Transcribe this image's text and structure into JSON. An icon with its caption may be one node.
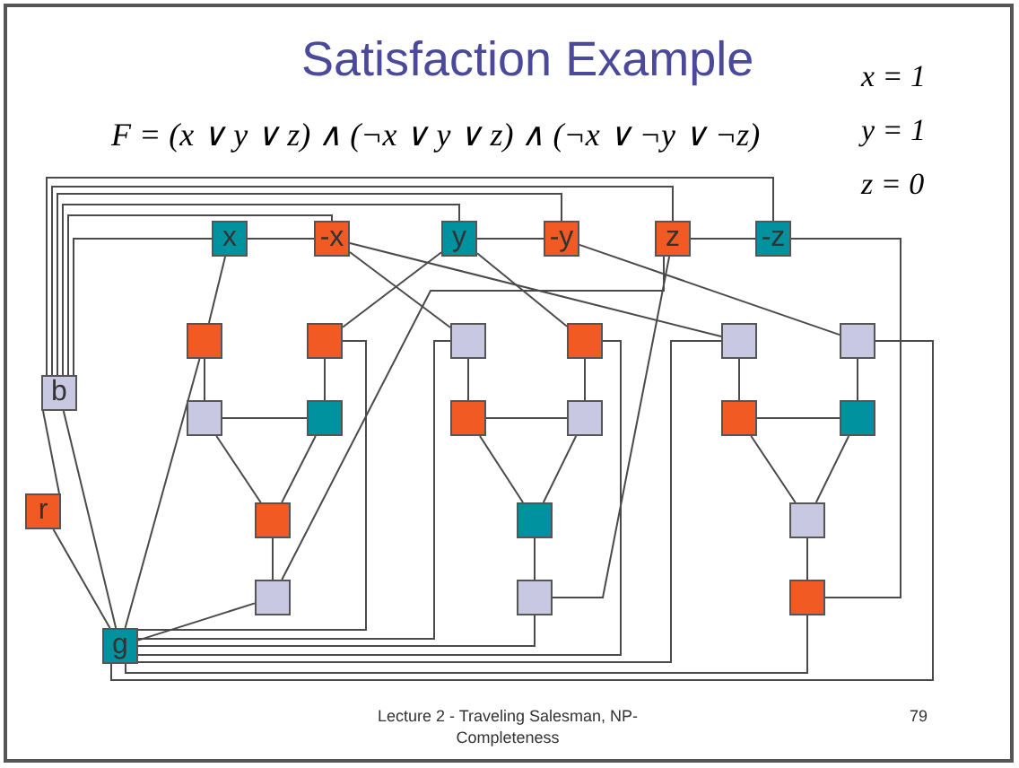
{
  "diagram": {
    "title": "Satisfaction Example",
    "nodes": [
      {
        "text": [
          "x"
        ]
      },
      {
        "text": [
          "-x"
        ]
      },
      {
        "text": [
          "y"
        ]
      },
      {
        "text": [
          "-y"
        ]
      },
      {
        "text": [
          "z"
        ]
      },
      {
        "text": [
          "-z"
        ]
      },
      {
        "text": [
          "b"
        ]
      },
      {
        "text": [
          "r"
        ]
      },
      {
        "text": [
          "g"
        ]
      },
      {
        "text": [],
        "shape": "box"
      },
      {
        "text": [],
        "shape": "box"
      },
      {
        "text": [],
        "shape": "box"
      },
      {
        "text": [],
        "shape": "box"
      },
      {
        "text": [],
        "shape": "box"
      },
      {
        "text": [],
        "shape": "box"
      },
      {
        "text": [],
        "shape": "box"
      },
      {
        "text": [],
        "shape": "box"
      },
      {
        "text": [],
        "shape": "box"
      },
      {
        "text": [],
        "shape": "box"
      },
      {
        "text": [],
        "shape": "box"
      },
      {
        "text": [],
        "shape": "box"
      },
      {
        "text": [],
        "shape": "box"
      },
      {
        "text": [],
        "shape": "box"
      },
      {
        "text": [],
        "shape": "box"
      },
      {
        "text": [],
        "shape": "box"
      },
      {
        "text": [],
        "shape": "box"
      },
      {
        "text": [],
        "shape": "box"
      }
    ],
    "edges": [
      {
        "from": 6,
        "to": 5,
        "arrow": "none"
      },
      {
        "from": 6,
        "to": 4,
        "arrow": "none"
      },
      {
        "from": 6,
        "to": 3,
        "arrow": "none"
      },
      {
        "from": 6,
        "to": 2,
        "arrow": "none"
      },
      {
        "from": 6,
        "to": 1,
        "arrow": "none"
      },
      {
        "from": 6,
        "to": 0,
        "arrow": "none"
      },
      {
        "from": 0,
        "to": 1,
        "arrow": "none"
      },
      {
        "from": 2,
        "to": 3,
        "arrow": "none"
      },
      {
        "from": 4,
        "to": 5,
        "arrow": "none"
      },
      {
        "from": 6,
        "to": 7,
        "arrow": "none"
      },
      {
        "from": 6,
        "to": 8,
        "arrow": "none"
      },
      {
        "from": 7,
        "to": 8,
        "arrow": "none"
      },
      {
        "from": 0,
        "to": 9,
        "arrow": "none"
      },
      {
        "from": 2,
        "to": 10,
        "arrow": "none"
      },
      {
        "from": 4,
        "to": 14,
        "arrow": "none"
      },
      {
        "from": 1,
        "to": 15,
        "arrow": "none"
      },
      {
        "from": 2,
        "to": 16,
        "arrow": "none"
      },
      {
        "from": 4,
        "to": 20,
        "arrow": "none"
      },
      {
        "from": 1,
        "to": 21,
        "arrow": "none"
      },
      {
        "from": 3,
        "to": 22,
        "arrow": "none"
      },
      {
        "from": 5,
        "to": 26,
        "arrow": "none"
      },
      {
        "from": 9,
        "to": 11,
        "arrow": "none"
      },
      {
        "from": 10,
        "to": 12,
        "arrow": "none"
      },
      {
        "from": 11,
        "to": 12,
        "arrow": "none"
      },
      {
        "from": 11,
        "to": 13,
        "arrow": "none"
      },
      {
        "from": 12,
        "to": 13,
        "arrow": "none"
      },
      {
        "from": 13,
        "to": 14,
        "arrow": "none"
      },
      {
        "from": 15,
        "to": 17,
        "arrow": "none"
      },
      {
        "from": 16,
        "to": 18,
        "arrow": "none"
      },
      {
        "from": 17,
        "to": 18,
        "arrow": "none"
      },
      {
        "from": 17,
        "to": 19,
        "arrow": "none"
      },
      {
        "from": 18,
        "to": 19,
        "arrow": "none"
      },
      {
        "from": 19,
        "to": 20,
        "arrow": "none"
      },
      {
        "from": 21,
        "to": 23,
        "arrow": "none"
      },
      {
        "from": 22,
        "to": 24,
        "arrow": "none"
      },
      {
        "from": 23,
        "to": 24,
        "arrow": "none"
      },
      {
        "from": 23,
        "to": 25,
        "arrow": "none"
      },
      {
        "from": 24,
        "to": 25,
        "arrow": "none"
      },
      {
        "from": 25,
        "to": 26,
        "arrow": "none"
      },
      {
        "from": 8,
        "to": 9,
        "arrow": "none"
      },
      {
        "from": 8,
        "to": 14,
        "arrow": "none"
      },
      {
        "from": 8,
        "to": 10,
        "arrow": "none"
      },
      {
        "from": 8,
        "to": 15,
        "arrow": "none"
      },
      {
        "from": 8,
        "to": 20,
        "arrow": "none"
      },
      {
        "from": 8,
        "to": 16,
        "arrow": "none"
      },
      {
        "from": 8,
        "to": 21,
        "arrow": "none"
      },
      {
        "from": 8,
        "to": 26,
        "arrow": "none"
      },
      {
        "from": 8,
        "to": 22,
        "arrow": "none"
      }
    ],
    "labels": [
      "F = (x ∨ y ∨ z) ∧ (¬x ∨ y ∨ z) ∧ (¬x ∨ ¬y ∨ ¬z)",
      "x = 1",
      "y = 1",
      "z = 0",
      "Lecture 2 - Traveling Salesman, NP-Completeness",
      "79"
    ]
  }
}
